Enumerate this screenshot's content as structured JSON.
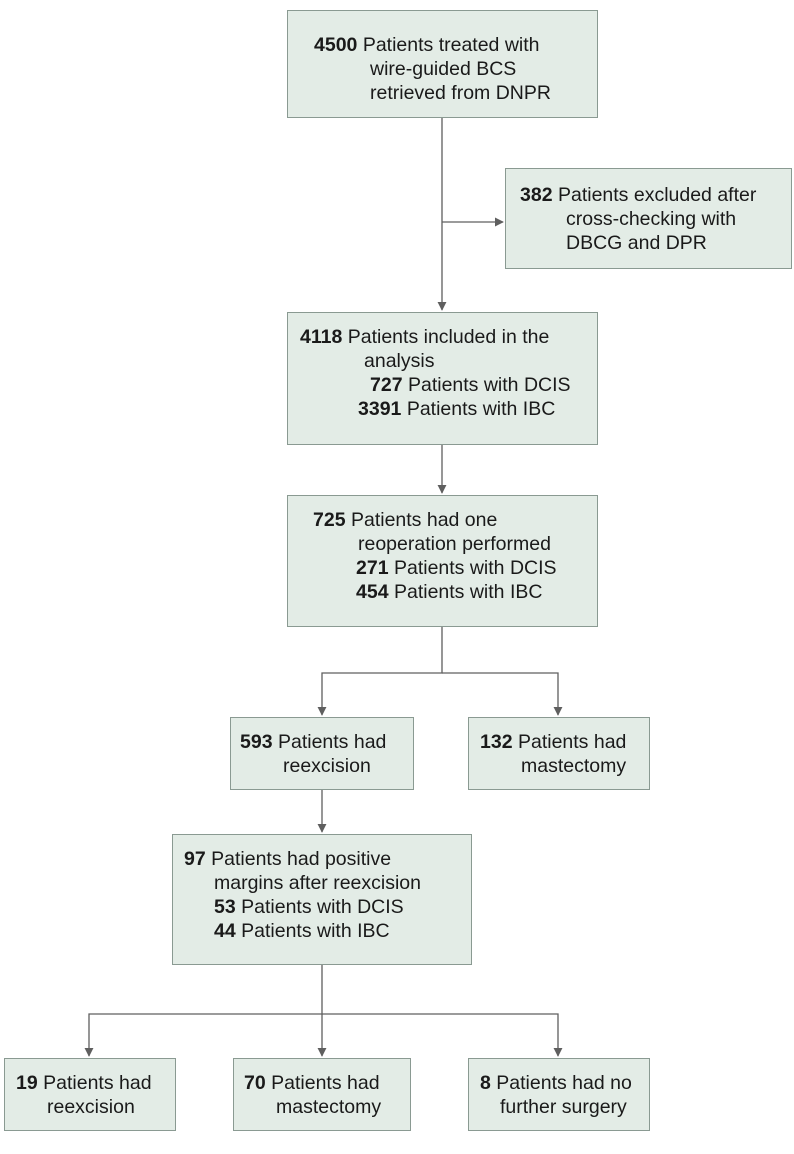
{
  "diagram": {
    "colors": {
      "box_fill": "#e3ece6",
      "box_border": "#8a9a92",
      "line": "#5f5f5f"
    },
    "retrieved": {
      "n": "4500",
      "lines": [
        "Patients treated with",
        "wire-guided BCS",
        "retrieved from DNPR"
      ]
    },
    "excluded": {
      "n": "382",
      "lines": [
        "Patients excluded after",
        "cross-checking with",
        "DBCG and DPR"
      ]
    },
    "included": {
      "n": "4118",
      "lines": [
        "Patients included in the",
        "analysis"
      ],
      "sub": [
        {
          "n": "727",
          "text": "Patients with DCIS"
        },
        {
          "n": "3391",
          "text": "Patients with IBC"
        }
      ]
    },
    "reoperation": {
      "n": "725",
      "lines": [
        "Patients had one",
        "reoperation performed"
      ],
      "sub": [
        {
          "n": "271",
          "text": "Patients with DCIS"
        },
        {
          "n": "454",
          "text": "Patients with IBC"
        }
      ]
    },
    "reexcision": {
      "n": "593",
      "lines": [
        "Patients had",
        "reexcision"
      ]
    },
    "mastectomy": {
      "n": "132",
      "lines": [
        "Patients had",
        "mastectomy"
      ]
    },
    "positive_margins": {
      "n": "97",
      "lines": [
        "Patients had positive",
        "margins after reexcision"
      ],
      "sub": [
        {
          "n": "53",
          "text": "Patients with DCIS"
        },
        {
          "n": "44",
          "text": "Patients with IBC"
        }
      ]
    },
    "final_reexcision": {
      "n": "19",
      "lines": [
        "Patients had",
        "reexcision"
      ]
    },
    "final_mastectomy": {
      "n": "70",
      "lines": [
        "Patients had",
        "mastectomy"
      ]
    },
    "no_further_surgery": {
      "n": "8",
      "lines": [
        "Patients had no",
        "further surgery"
      ]
    }
  }
}
